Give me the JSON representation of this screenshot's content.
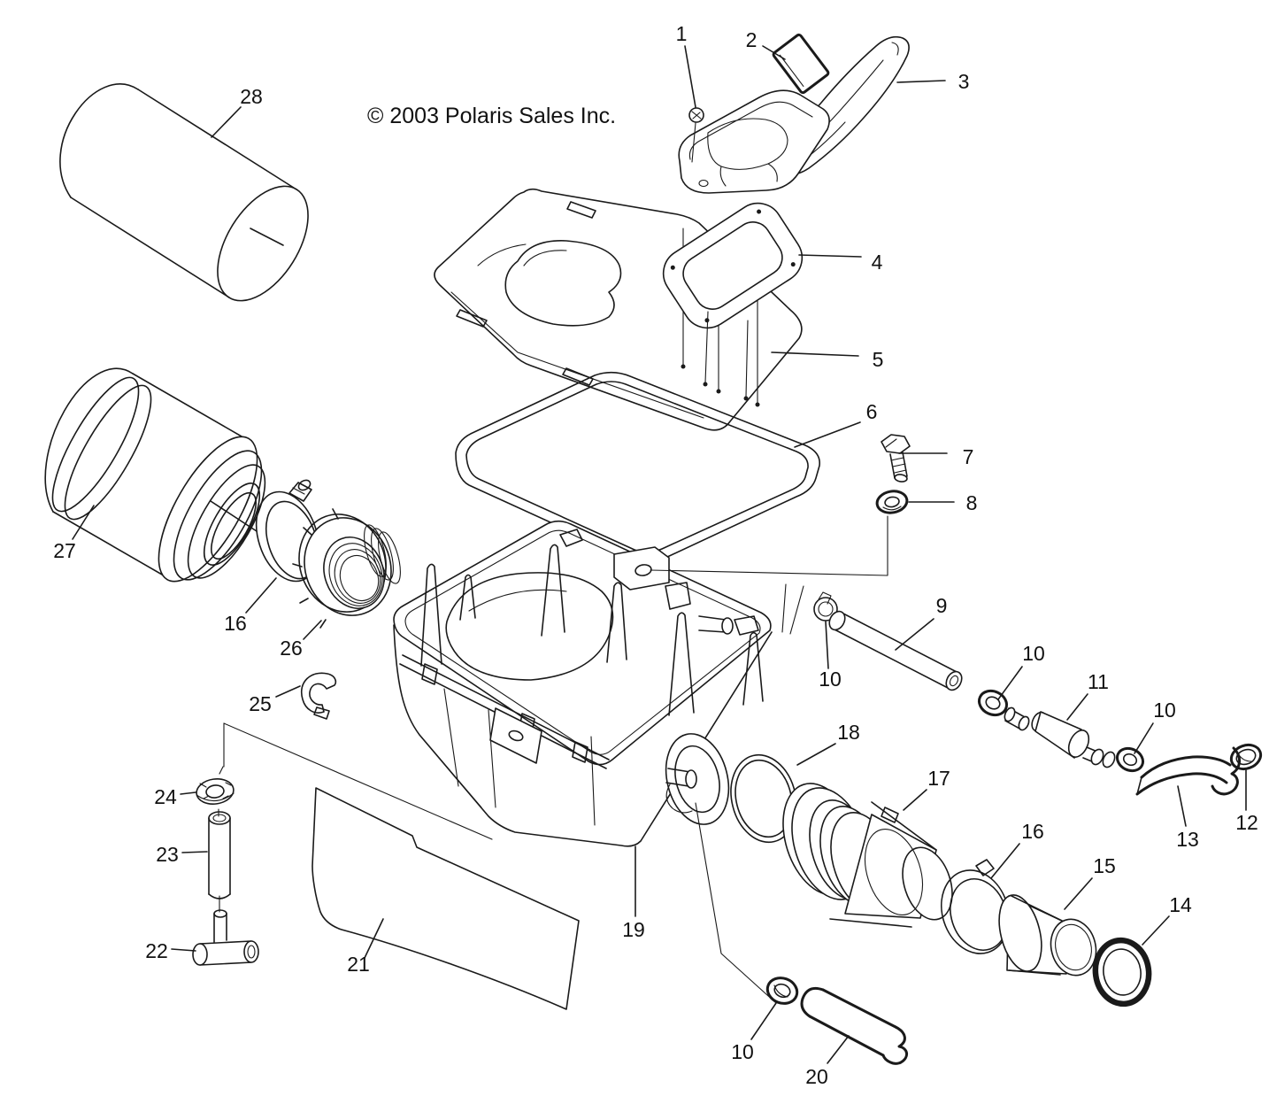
{
  "copyright": "© 2003 Polaris Sales Inc.",
  "colors": {
    "ink": "#1a1a1a",
    "background": "#ffffff"
  },
  "callouts": {
    "c1": "1",
    "c2": "2",
    "c3": "3",
    "c4": "4",
    "c5": "5",
    "c6": "6",
    "c7": "7",
    "c8": "8",
    "c9": "9",
    "c10a": "10",
    "c10b": "10",
    "c10c": "10",
    "c10d": "10",
    "c11": "11",
    "c12": "12",
    "c13": "13",
    "c14": "14",
    "c15": "15",
    "c16a": "16",
    "c16b": "16",
    "c17": "17",
    "c18": "18",
    "c19": "19",
    "c20": "20",
    "c21": "21",
    "c22": "22",
    "c23": "23",
    "c24": "24",
    "c25": "25",
    "c26": "26",
    "c27": "27",
    "c28": "28"
  }
}
